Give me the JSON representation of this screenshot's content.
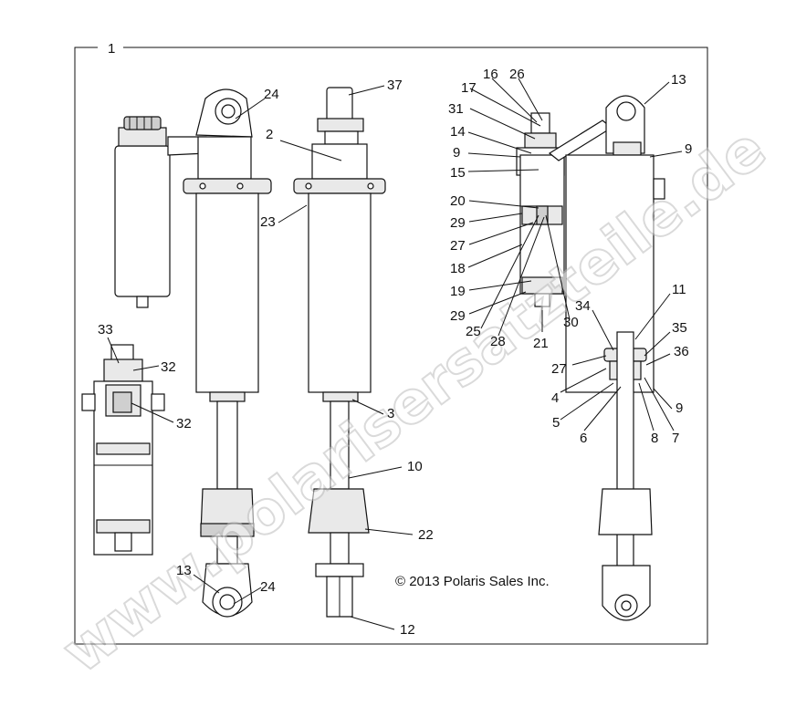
{
  "copyright": "© 2013 Polaris Sales Inc.",
  "watermark": "www.polarisersatzteile.de",
  "callouts": {
    "c1": "1",
    "c2": "2",
    "c3": "3",
    "c4": "4",
    "c5": "5",
    "c6": "6",
    "c7": "7",
    "c8": "8",
    "c9a": "9",
    "c9b": "9",
    "c9c": "9",
    "c10": "10",
    "c11": "11",
    "c12": "12",
    "c13a": "13",
    "c13b": "13",
    "c14": "14",
    "c15": "15",
    "c16": "16",
    "c17": "17",
    "c18": "18",
    "c19": "19",
    "c20": "20",
    "c21": "21",
    "c22": "22",
    "c23": "23",
    "c24a": "24",
    "c24b": "24",
    "c25": "25",
    "c26": "26",
    "c27a": "27",
    "c27b": "27",
    "c28": "28",
    "c29a": "29",
    "c29b": "29",
    "c30": "30",
    "c31": "31",
    "c32a": "32",
    "c32b": "32",
    "c33": "33",
    "c34": "34",
    "c35": "35",
    "c36": "36",
    "c37": "37"
  }
}
